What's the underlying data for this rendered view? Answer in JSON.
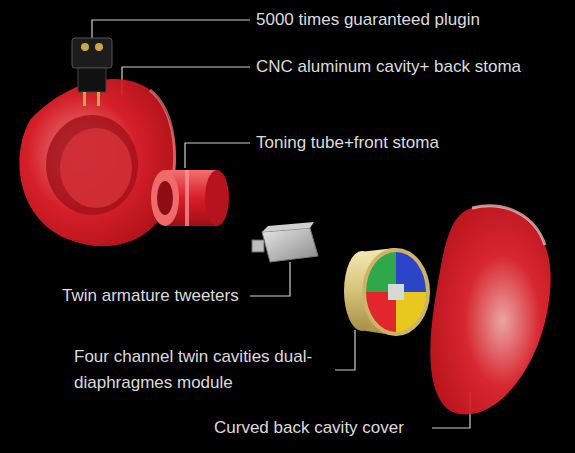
{
  "diagram": {
    "labels": [
      "5000 times guaranteed plugin",
      "CNC aluminum cavity+ back stoma",
      "Toning tube+front stoma",
      "Twin armature tweeters",
      "Four channel twin cavities dual-diaphragmes module",
      "Curved back cavity cover"
    ]
  }
}
